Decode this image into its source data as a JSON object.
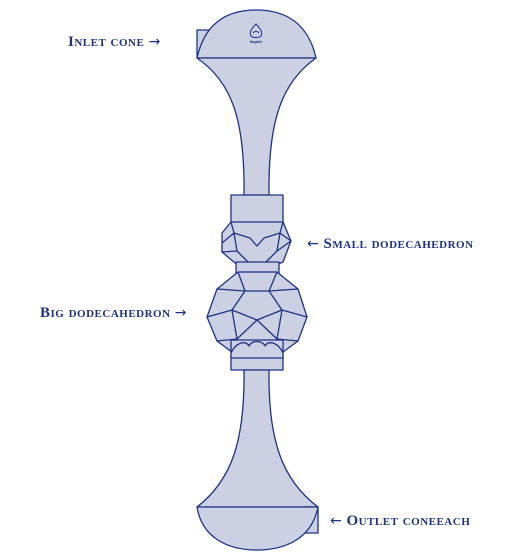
{
  "labels": {
    "inlet_cone": "Inlet cone",
    "small_dodecahedron": "Small dodecahedron",
    "big_dodecahedron": "Big dodecahedron",
    "outlet_cone": "Outlet coneeach"
  },
  "logo": {
    "text": "Nayalel",
    "icon": "flower-logo-icon"
  },
  "arrows": {
    "right": "→",
    "left": "←"
  },
  "colors": {
    "fill": "#ccd0e3",
    "stroke": "#1e3285",
    "label": "#1e3285"
  }
}
